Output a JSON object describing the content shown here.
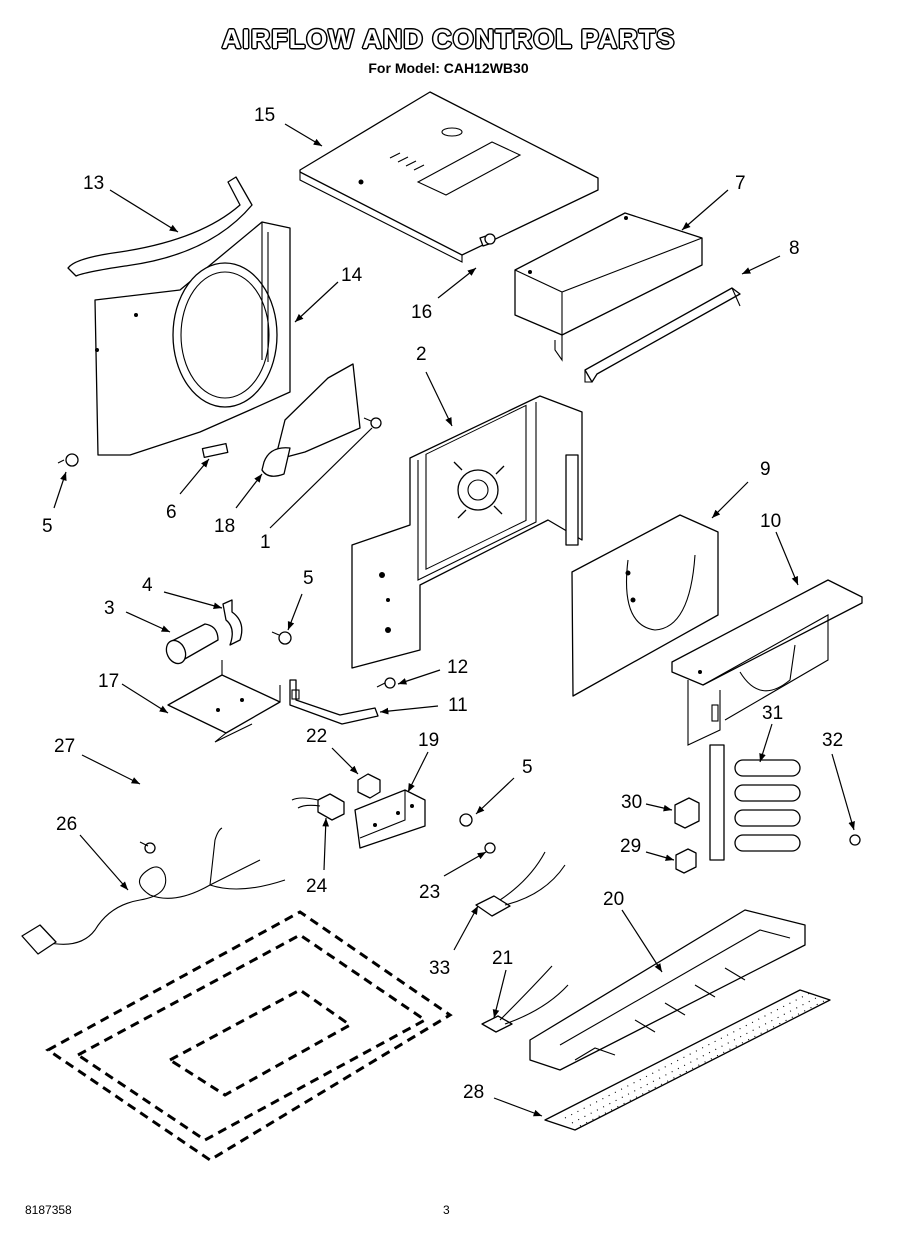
{
  "title": "AIRFLOW AND CONTROL PARTS",
  "subtitle": "For Model: CAH12WB30",
  "footer": {
    "part_number": "8187358",
    "page_number": "3"
  },
  "callouts": [
    "15",
    "13",
    "7",
    "8",
    "14",
    "16",
    "2",
    "5",
    "6",
    "18",
    "1",
    "9",
    "10",
    "4",
    "5",
    "3",
    "12",
    "17",
    "11",
    "31",
    "32",
    "27",
    "22",
    "19",
    "5",
    "30",
    "26",
    "24",
    "23",
    "29",
    "20",
    "33",
    "21",
    "28"
  ]
}
